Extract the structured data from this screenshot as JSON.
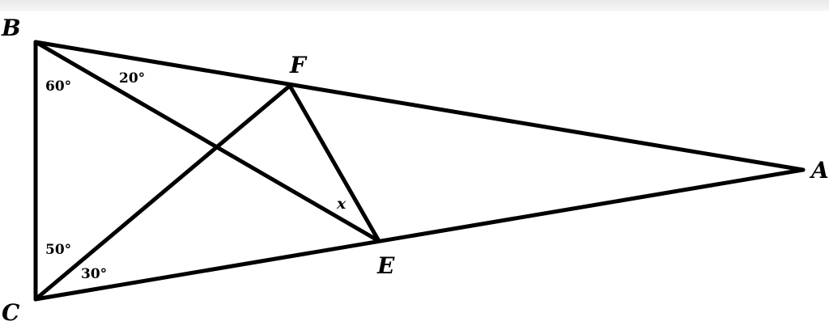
{
  "diagram": {
    "vertices": {
      "B": "B",
      "C": "C",
      "A": "A",
      "F": "F",
      "E": "E"
    },
    "angles": {
      "angle_CBE": "60°",
      "angle_EBA": "20°",
      "angle_BCF": "50°",
      "angle_FCA": "30°",
      "unknown": "x"
    },
    "segments": [
      "BA",
      "BC",
      "CA",
      "BE",
      "CF",
      "FE"
    ]
  }
}
